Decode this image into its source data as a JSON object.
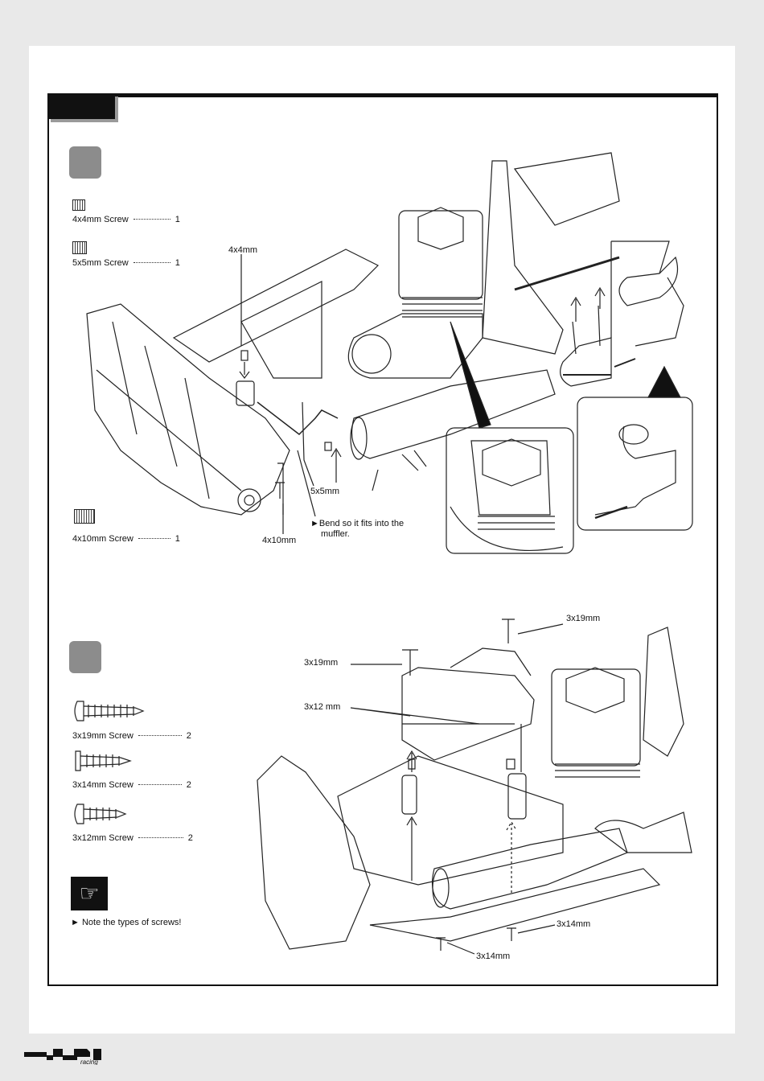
{
  "section1": {
    "parts": [
      {
        "name": "4x4mm Screw",
        "qty": "1"
      },
      {
        "name": "5x5mm  Screw",
        "qty": "1"
      },
      {
        "name": "4x10mm  Screw",
        "qty": "1"
      }
    ],
    "callouts": {
      "screw_4x4": "4x4mm",
      "screw_5x5": "5x5mm",
      "screw_4x10": "4x10mm",
      "bend_note_line1": "Bend so it fits into the",
      "bend_note_line2": "muffler."
    }
  },
  "section2": {
    "parts": [
      {
        "name": "3x19mm  Screw",
        "qty": "2"
      },
      {
        "name": "3x14mm  Screw",
        "qty": "2"
      },
      {
        "name": "3x12mm Screw",
        "qty": "2"
      }
    ],
    "callouts": {
      "screw_3x19_top": "3x19mm",
      "screw_3x19_left": "3x19mm",
      "screw_3x12": "3x12 mm",
      "screw_3x14_right": "3x14mm",
      "screw_3x14_bottom": "3x14mm"
    },
    "note": "Note the types of screws!"
  },
  "brand": {
    "main": "HPI",
    "sub": "racing"
  },
  "colors": {
    "ink": "#111111",
    "step_badge": "#8c8c8c",
    "page_bg": "#e9e9e9"
  }
}
